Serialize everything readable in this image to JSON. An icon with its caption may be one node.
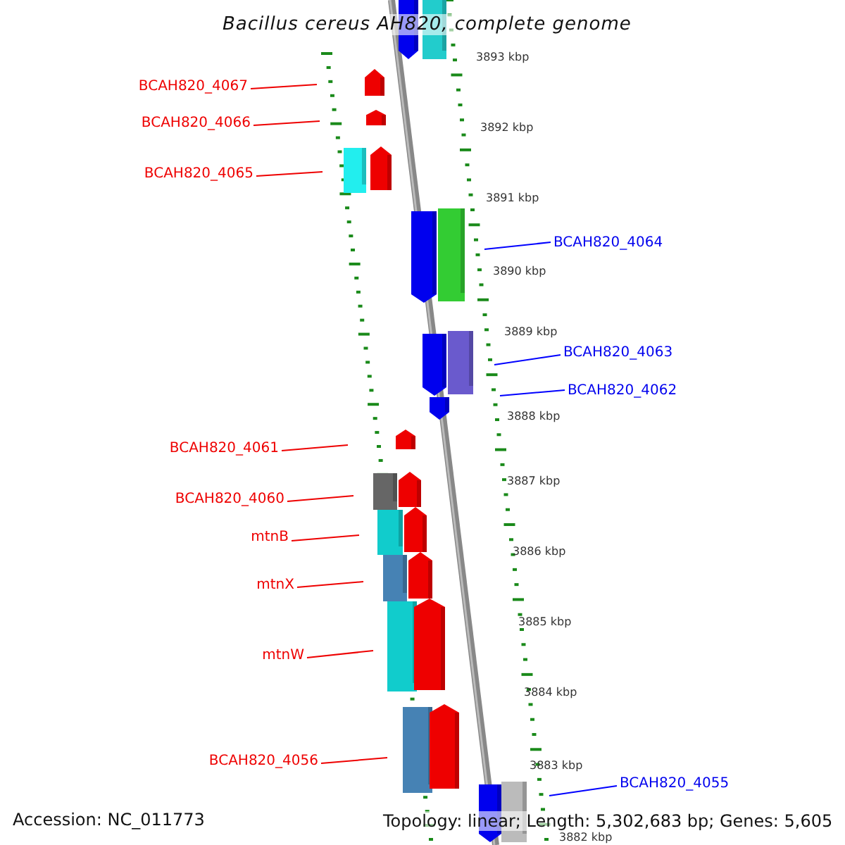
{
  "diagram": {
    "title": "Bacillus cereus AH820, complete genome",
    "nodes": [
      {
        "text": [
          "BCAH820_4067"
        ]
      },
      {
        "text": [
          "BCAH820_4066"
        ]
      },
      {
        "text": [
          "BCAH820_4065"
        ]
      },
      {
        "text": [
          "BCAH820_4064"
        ]
      },
      {
        "text": [
          "BCAH820_4063"
        ]
      },
      {
        "text": [
          "BCAH820_4062"
        ]
      },
      {
        "text": [
          "BCAH820_4061"
        ]
      },
      {
        "text": [
          "BCAH820_4060"
        ]
      },
      {
        "text": [
          "mtnB"
        ]
      },
      {
        "text": [
          "mtnX"
        ]
      },
      {
        "text": [
          "mtnW"
        ]
      },
      {
        "text": [
          "BCAH820_4056"
        ]
      },
      {
        "text": [
          "BCAH820_4055"
        ]
      }
    ],
    "edges": [
      {
        "from": 0,
        "to": null,
        "arrow": "none"
      },
      {
        "from": 1,
        "to": null,
        "arrow": "none"
      },
      {
        "from": 2,
        "to": null,
        "arrow": "none"
      },
      {
        "from": 3,
        "to": null,
        "arrow": "none",
        "color": "#0000ff"
      },
      {
        "from": 4,
        "to": null,
        "arrow": "none",
        "color": "#0000ff"
      },
      {
        "from": 5,
        "to": null,
        "arrow": "none",
        "color": "#0000ff"
      },
      {
        "from": 6,
        "to": null,
        "arrow": "none"
      },
      {
        "from": 7,
        "to": null,
        "arrow": "none"
      },
      {
        "from": 8,
        "to": null,
        "arrow": "none"
      },
      {
        "from": 9,
        "to": null,
        "arrow": "none"
      },
      {
        "from": 10,
        "to": null,
        "arrow": "none"
      },
      {
        "from": 11,
        "to": null,
        "arrow": "none"
      },
      {
        "from": 12,
        "to": null,
        "arrow": "none",
        "color": "#0000ff"
      }
    ],
    "labels": [
      "3893 kbp",
      "3892 kbp",
      "3891 kbp",
      "3890 kbp",
      "3889 kbp",
      "3888 kbp",
      "3887 kbp",
      "3886 kbp",
      "3885 kbp",
      "3884 kbp",
      "3883 kbp",
      "3882 kbp",
      "Accession: NC_011773",
      "Topology: linear; Length: 5,302,683 bp; Genes: 5,605"
    ]
  }
}
